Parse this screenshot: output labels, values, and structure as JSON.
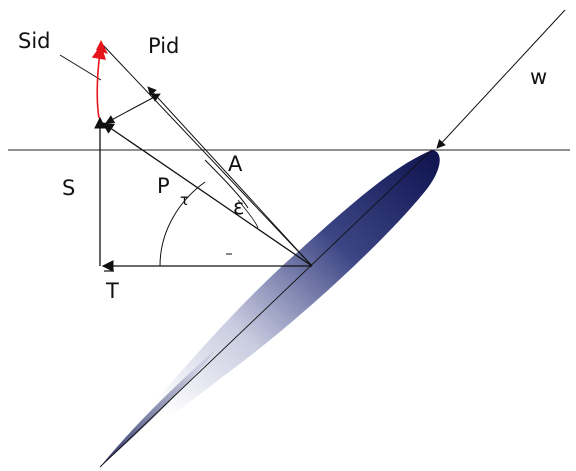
{
  "labels": {
    "sid": "Sid",
    "pid": "Pid",
    "w": "w",
    "a": "A",
    "s": "S",
    "p": "P",
    "t": "T",
    "tau": "τ",
    "epsilon": "ε"
  },
  "colors": {
    "stroke": "#111111",
    "ideal_vector": "#e8141c",
    "airfoil_dark": "#0f1450",
    "airfoil_light": "#ffffff"
  }
}
